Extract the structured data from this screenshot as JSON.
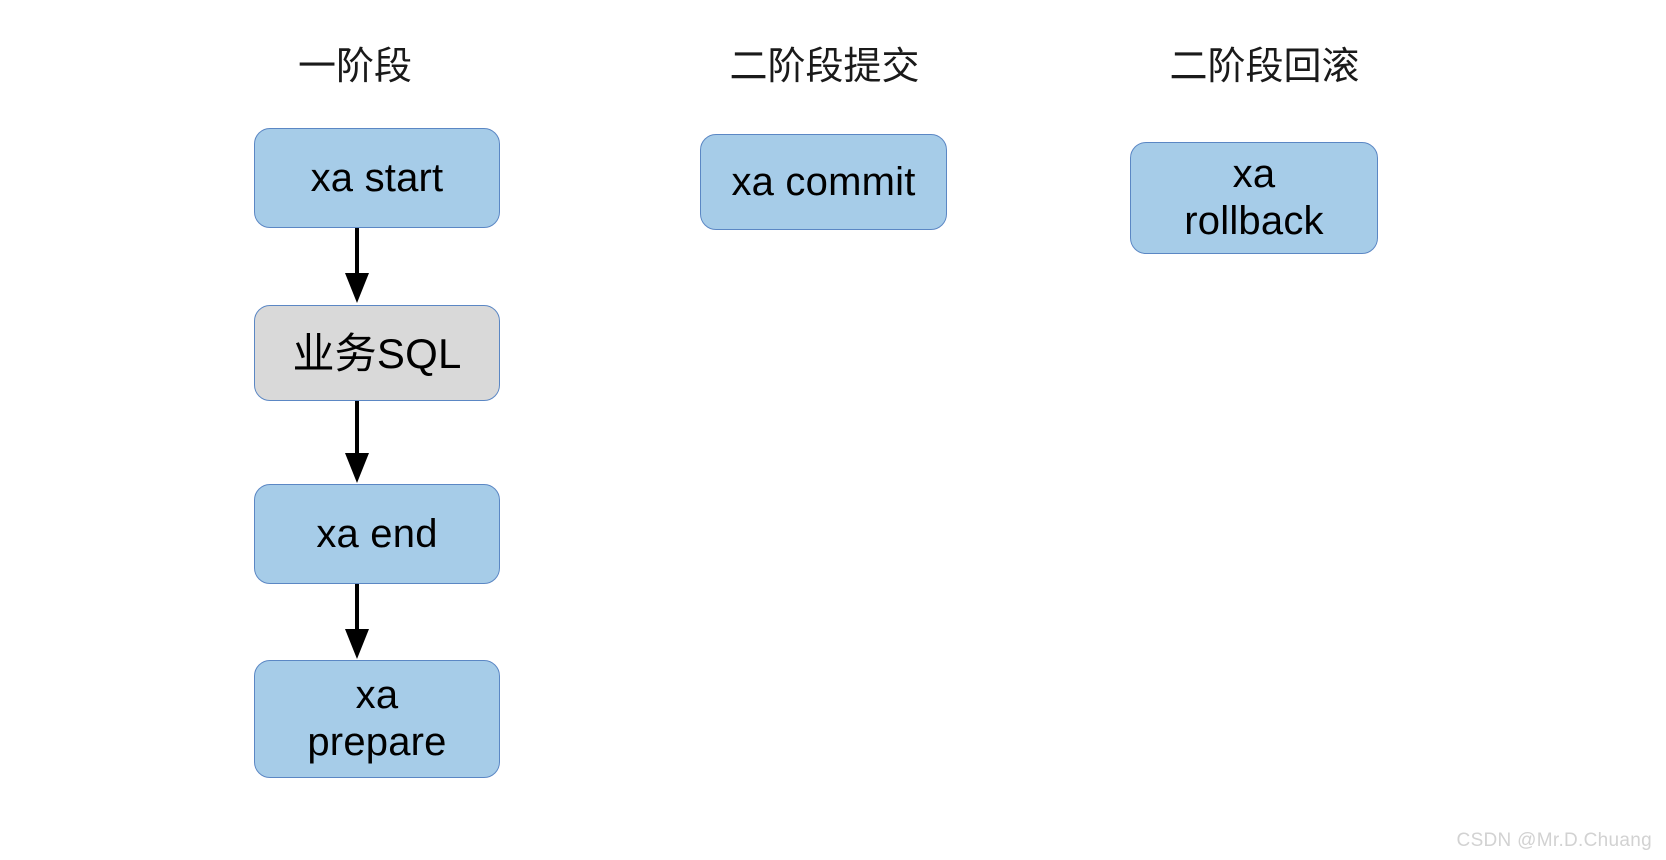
{
  "diagram": {
    "title_columns": [
      {
        "id": "phase-one",
        "label": "一阶段"
      },
      {
        "id": "phase-two-commit",
        "label": "二阶段提交"
      },
      {
        "id": "phase-two-rollback",
        "label": "二阶段回滚"
      }
    ],
    "colors": {
      "node_blue_fill": "#a6cce8",
      "node_gray_fill": "#d9d9d9",
      "node_border": "#5b87c4",
      "arrow": "#000000",
      "text": "#000000",
      "background": "#ffffff",
      "watermark": "#d2d2d2"
    },
    "columns": [
      {
        "id": "phase-one",
        "nodes": [
          {
            "id": "xa-start",
            "label": "xa start",
            "fill": "blue"
          },
          {
            "id": "business-sql",
            "label": "业务SQL",
            "fill": "gray"
          },
          {
            "id": "xa-end",
            "label": "xa end",
            "fill": "blue"
          },
          {
            "id": "xa-prepare",
            "label": "xa\nprepare",
            "fill": "blue"
          }
        ],
        "connectors": [
          {
            "id": "arrow-start-to-sql",
            "from": "xa-start",
            "to": "business-sql",
            "type": "arrow-down"
          },
          {
            "id": "arrow-sql-to-end",
            "from": "business-sql",
            "to": "xa-end",
            "type": "arrow-down"
          },
          {
            "id": "arrow-end-to-prepare",
            "from": "xa-end",
            "to": "xa-prepare",
            "type": "arrow-down"
          }
        ]
      },
      {
        "id": "phase-two-commit",
        "nodes": [
          {
            "id": "xa-commit",
            "label": "xa commit",
            "fill": "blue"
          }
        ],
        "connectors": []
      },
      {
        "id": "phase-two-rollback",
        "nodes": [
          {
            "id": "xa-rollback",
            "label": "xa\nrollback",
            "fill": "blue"
          }
        ],
        "connectors": []
      }
    ]
  },
  "watermark": {
    "text": "CSDN @Mr.D.Chuang"
  }
}
